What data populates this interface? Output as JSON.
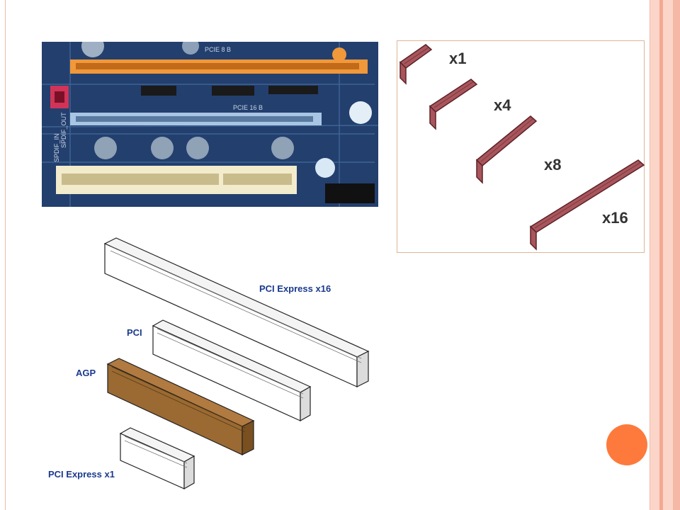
{
  "slide": {
    "accent_color": "#fd7a3c",
    "frame_color": "#f0b8a8"
  },
  "photo": {
    "icon": "motherboard-photo",
    "board_print": [
      "PCIE 8 B",
      "PCIE 16 B",
      "SPDIF_IN",
      "SPDIF_OUT"
    ]
  },
  "slot_sizes": {
    "icon": "pcie-slot-lengths",
    "labels": [
      "x1",
      "x4",
      "x8",
      "x16"
    ],
    "slot_color": "#a8555c"
  },
  "diagram": {
    "icon": "expansion-slot-comparison",
    "labels": {
      "pcie16": "PCI Express x16",
      "pci": "PCI",
      "agp": "AGP",
      "pcie1": "PCI Express x1"
    },
    "colors": {
      "white_slot": "#ffffff",
      "agp_slot": "#9a6a32",
      "label": "#1a3a8c"
    }
  }
}
